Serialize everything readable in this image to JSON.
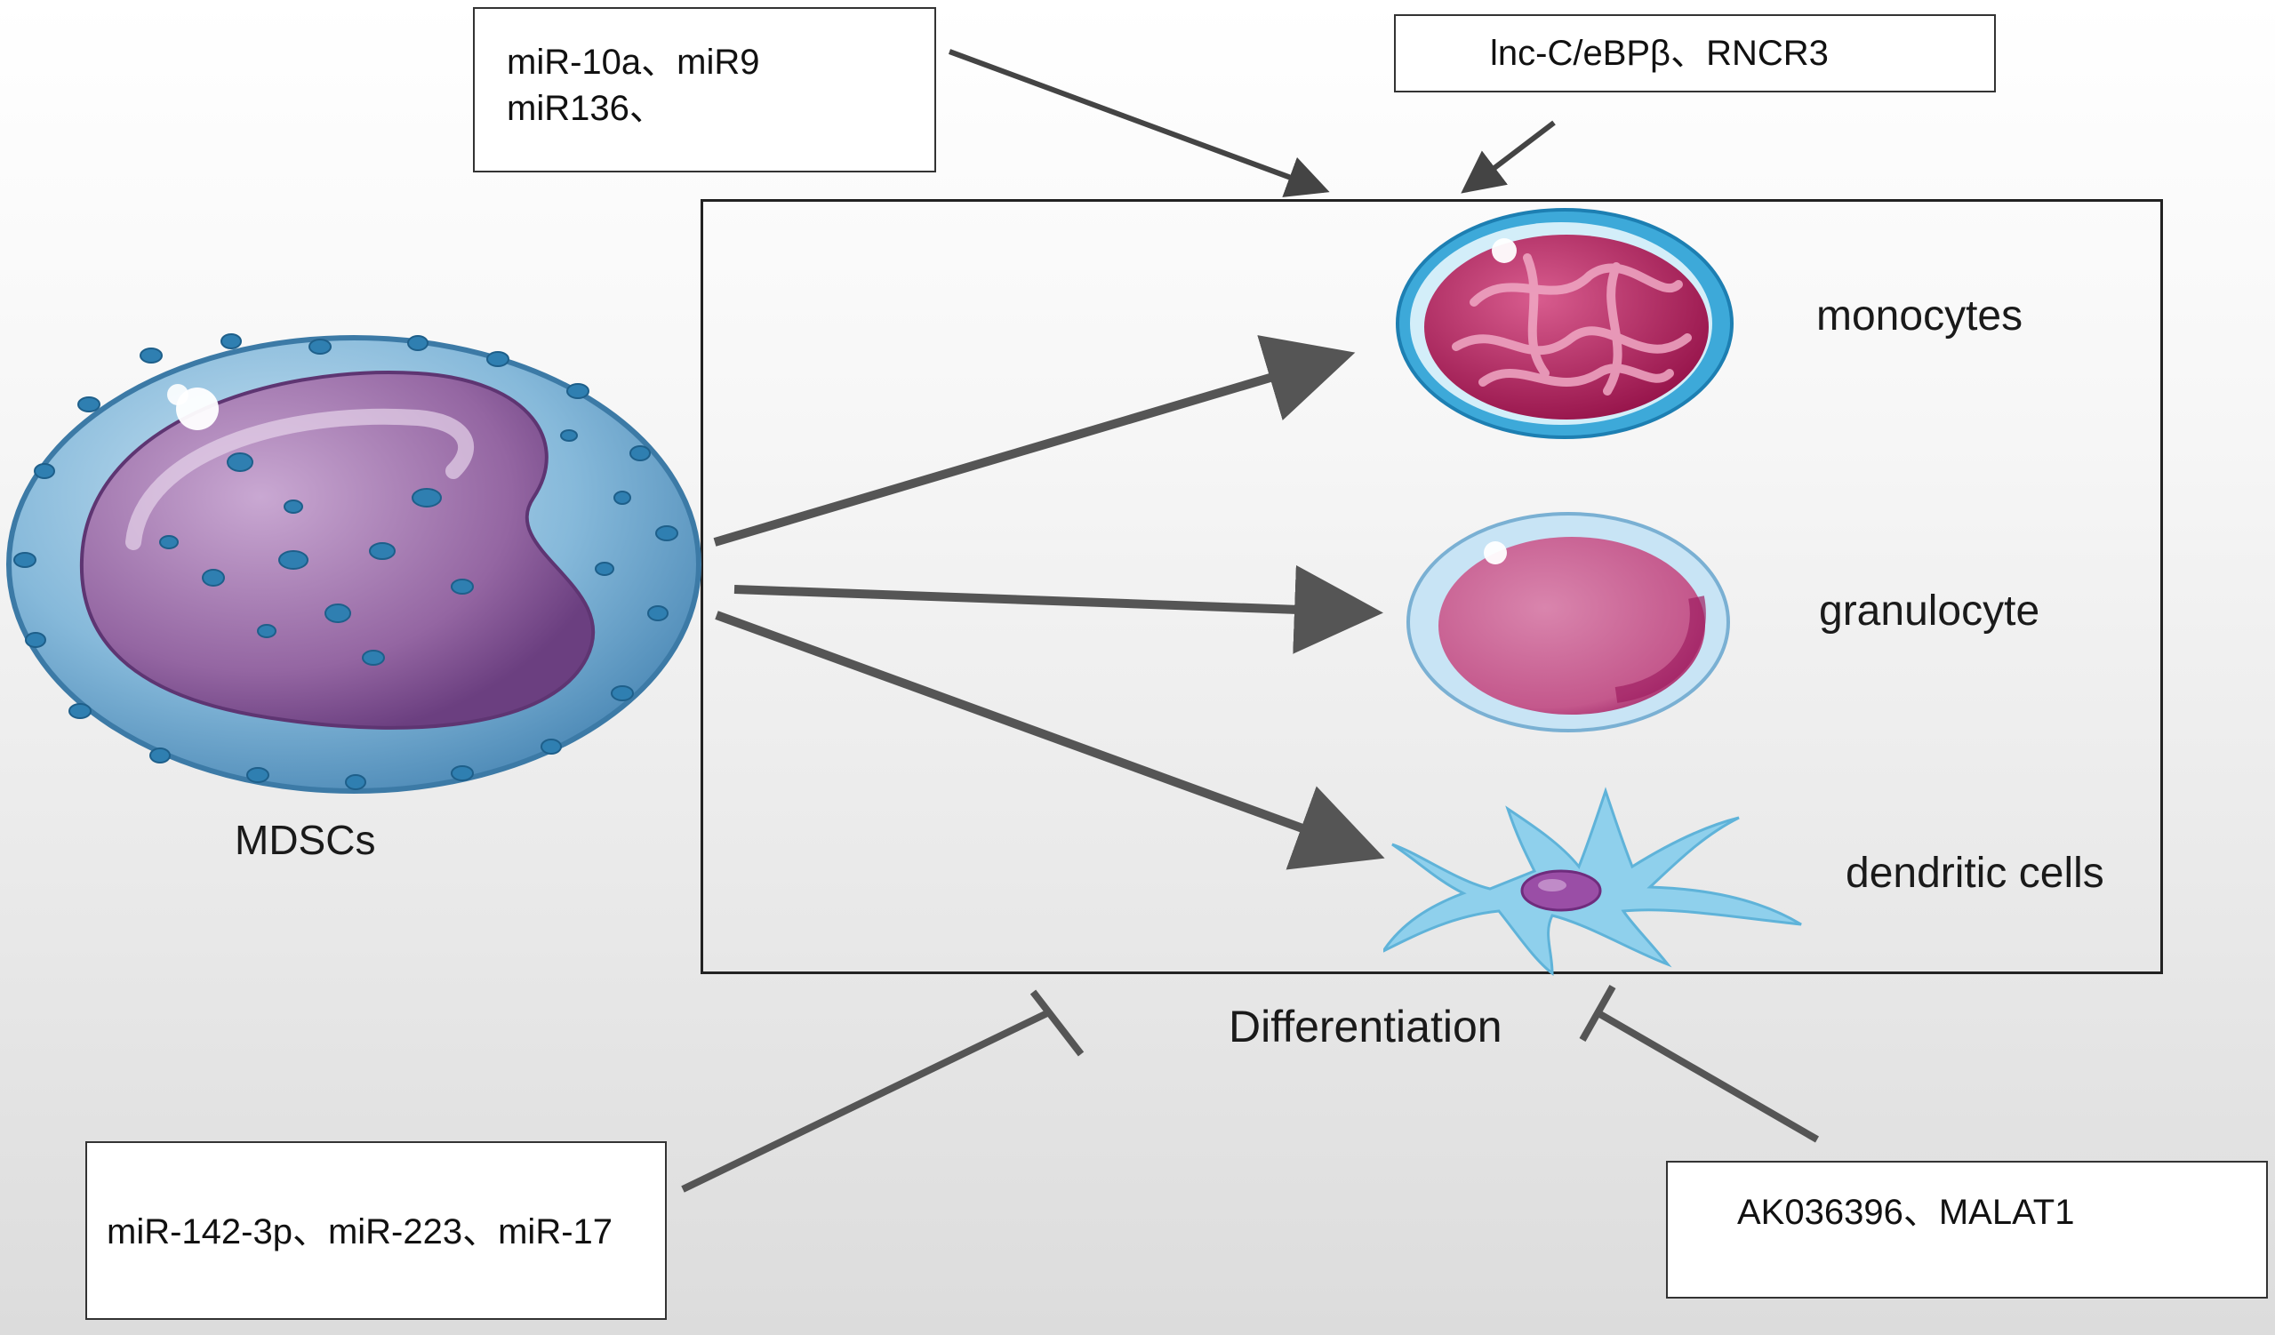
{
  "mdsc": {
    "label": "MDSCs"
  },
  "differentiation": {
    "label": "Differentiation"
  },
  "cells": {
    "monocytes": "monocytes",
    "granulocyte": "granulocyte",
    "dendritic": "dendritic cells"
  },
  "promoters": {
    "mirna_box": {
      "line1": "miR-10a、miR9",
      "line2": "miR136、"
    },
    "lnc_box": {
      "line1": "lnc-C/eBPβ、RNCR3"
    }
  },
  "inhibitors": {
    "mirna_box": {
      "line1": "miR-142-3p、miR-223、miR-17"
    },
    "lnc_box": {
      "line1": "AK036396、MALAT1"
    }
  },
  "colors": {
    "arrow": "#555555",
    "mdsc_cytoplasm": "#7fb2d6",
    "mdsc_nucleus": "#9c6aa8",
    "monocyte_ring": "#3da9d9",
    "monocyte_nucleus": "#b0285e",
    "granulocyte_nucleus": "#c0497e",
    "dendritic_body": "#8fd0ec"
  }
}
